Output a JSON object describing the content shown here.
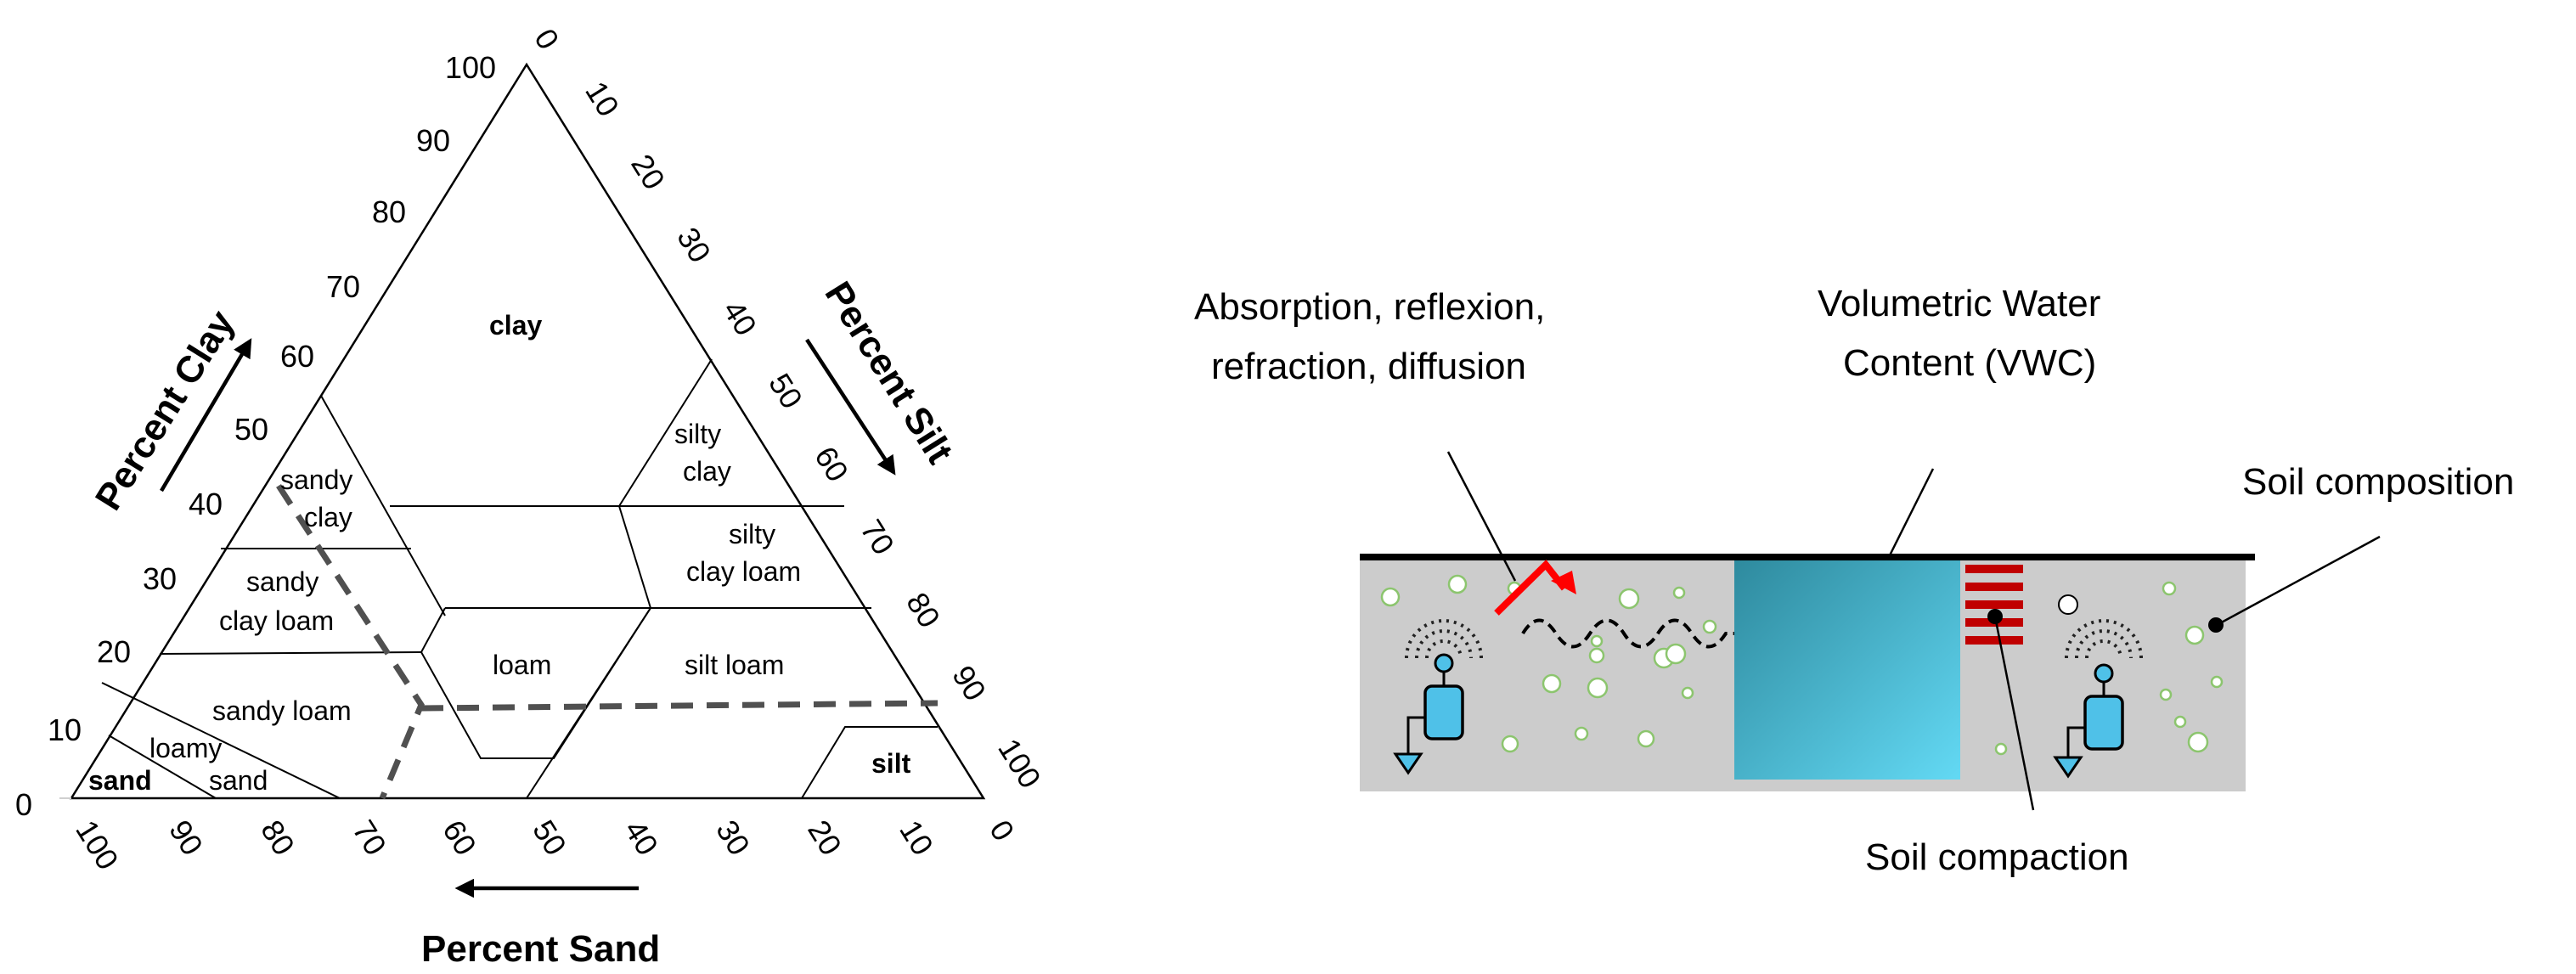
{
  "texture_triangle": {
    "axis_titles": {
      "clay": "Percent Clay",
      "silt": "Percent Silt",
      "sand": "Percent Sand"
    },
    "clay_ticks": [
      "0",
      "10",
      "20",
      "30",
      "40",
      "50",
      "60",
      "70",
      "80",
      "90",
      "100"
    ],
    "silt_ticks": [
      "0",
      "10",
      "20",
      "30",
      "40",
      "50",
      "60",
      "70",
      "80",
      "90",
      "100"
    ],
    "sand_ticks": [
      "100",
      "90",
      "80",
      "70",
      "60",
      "50",
      "40",
      "30",
      "20",
      "10",
      "0"
    ],
    "zones": {
      "clay": "clay",
      "silty_clay_1": "silty",
      "silty_clay_2": "clay",
      "sandy_clay_1": "sandy",
      "sandy_clay_2": "clay",
      "silty_clay_loam_1": "silty",
      "silty_clay_loam_2": "clay loam",
      "sandy_clay_loam_1": "sandy",
      "sandy_clay_loam_2": "clay loam",
      "loam": "loam",
      "silt_loam": "silt loam",
      "sandy_loam": "sandy loam",
      "loamy_sand_1": "loamy",
      "loamy_sand_2": "sand",
      "sand": "sand",
      "silt": "silt"
    }
  },
  "soil_diagram": {
    "callouts": {
      "wave_1": "Absorption, reflexion,",
      "wave_2": "refraction, diffusion",
      "vwc_1": "Volumetric Water",
      "vwc_2": "Content (VWC)",
      "composition": "Soil composition",
      "compaction": "Soil compaction"
    }
  },
  "colors": {
    "soil": "#cccccc",
    "water_light": "#63d9f4",
    "water_dark": "#2e8a9e",
    "compaction": "#c00000",
    "reflection_arrow": "#ff0000",
    "sensor": "#4fc1e8",
    "dashed_boundary": "#505050",
    "bubble_outline": "#8cc56e"
  }
}
